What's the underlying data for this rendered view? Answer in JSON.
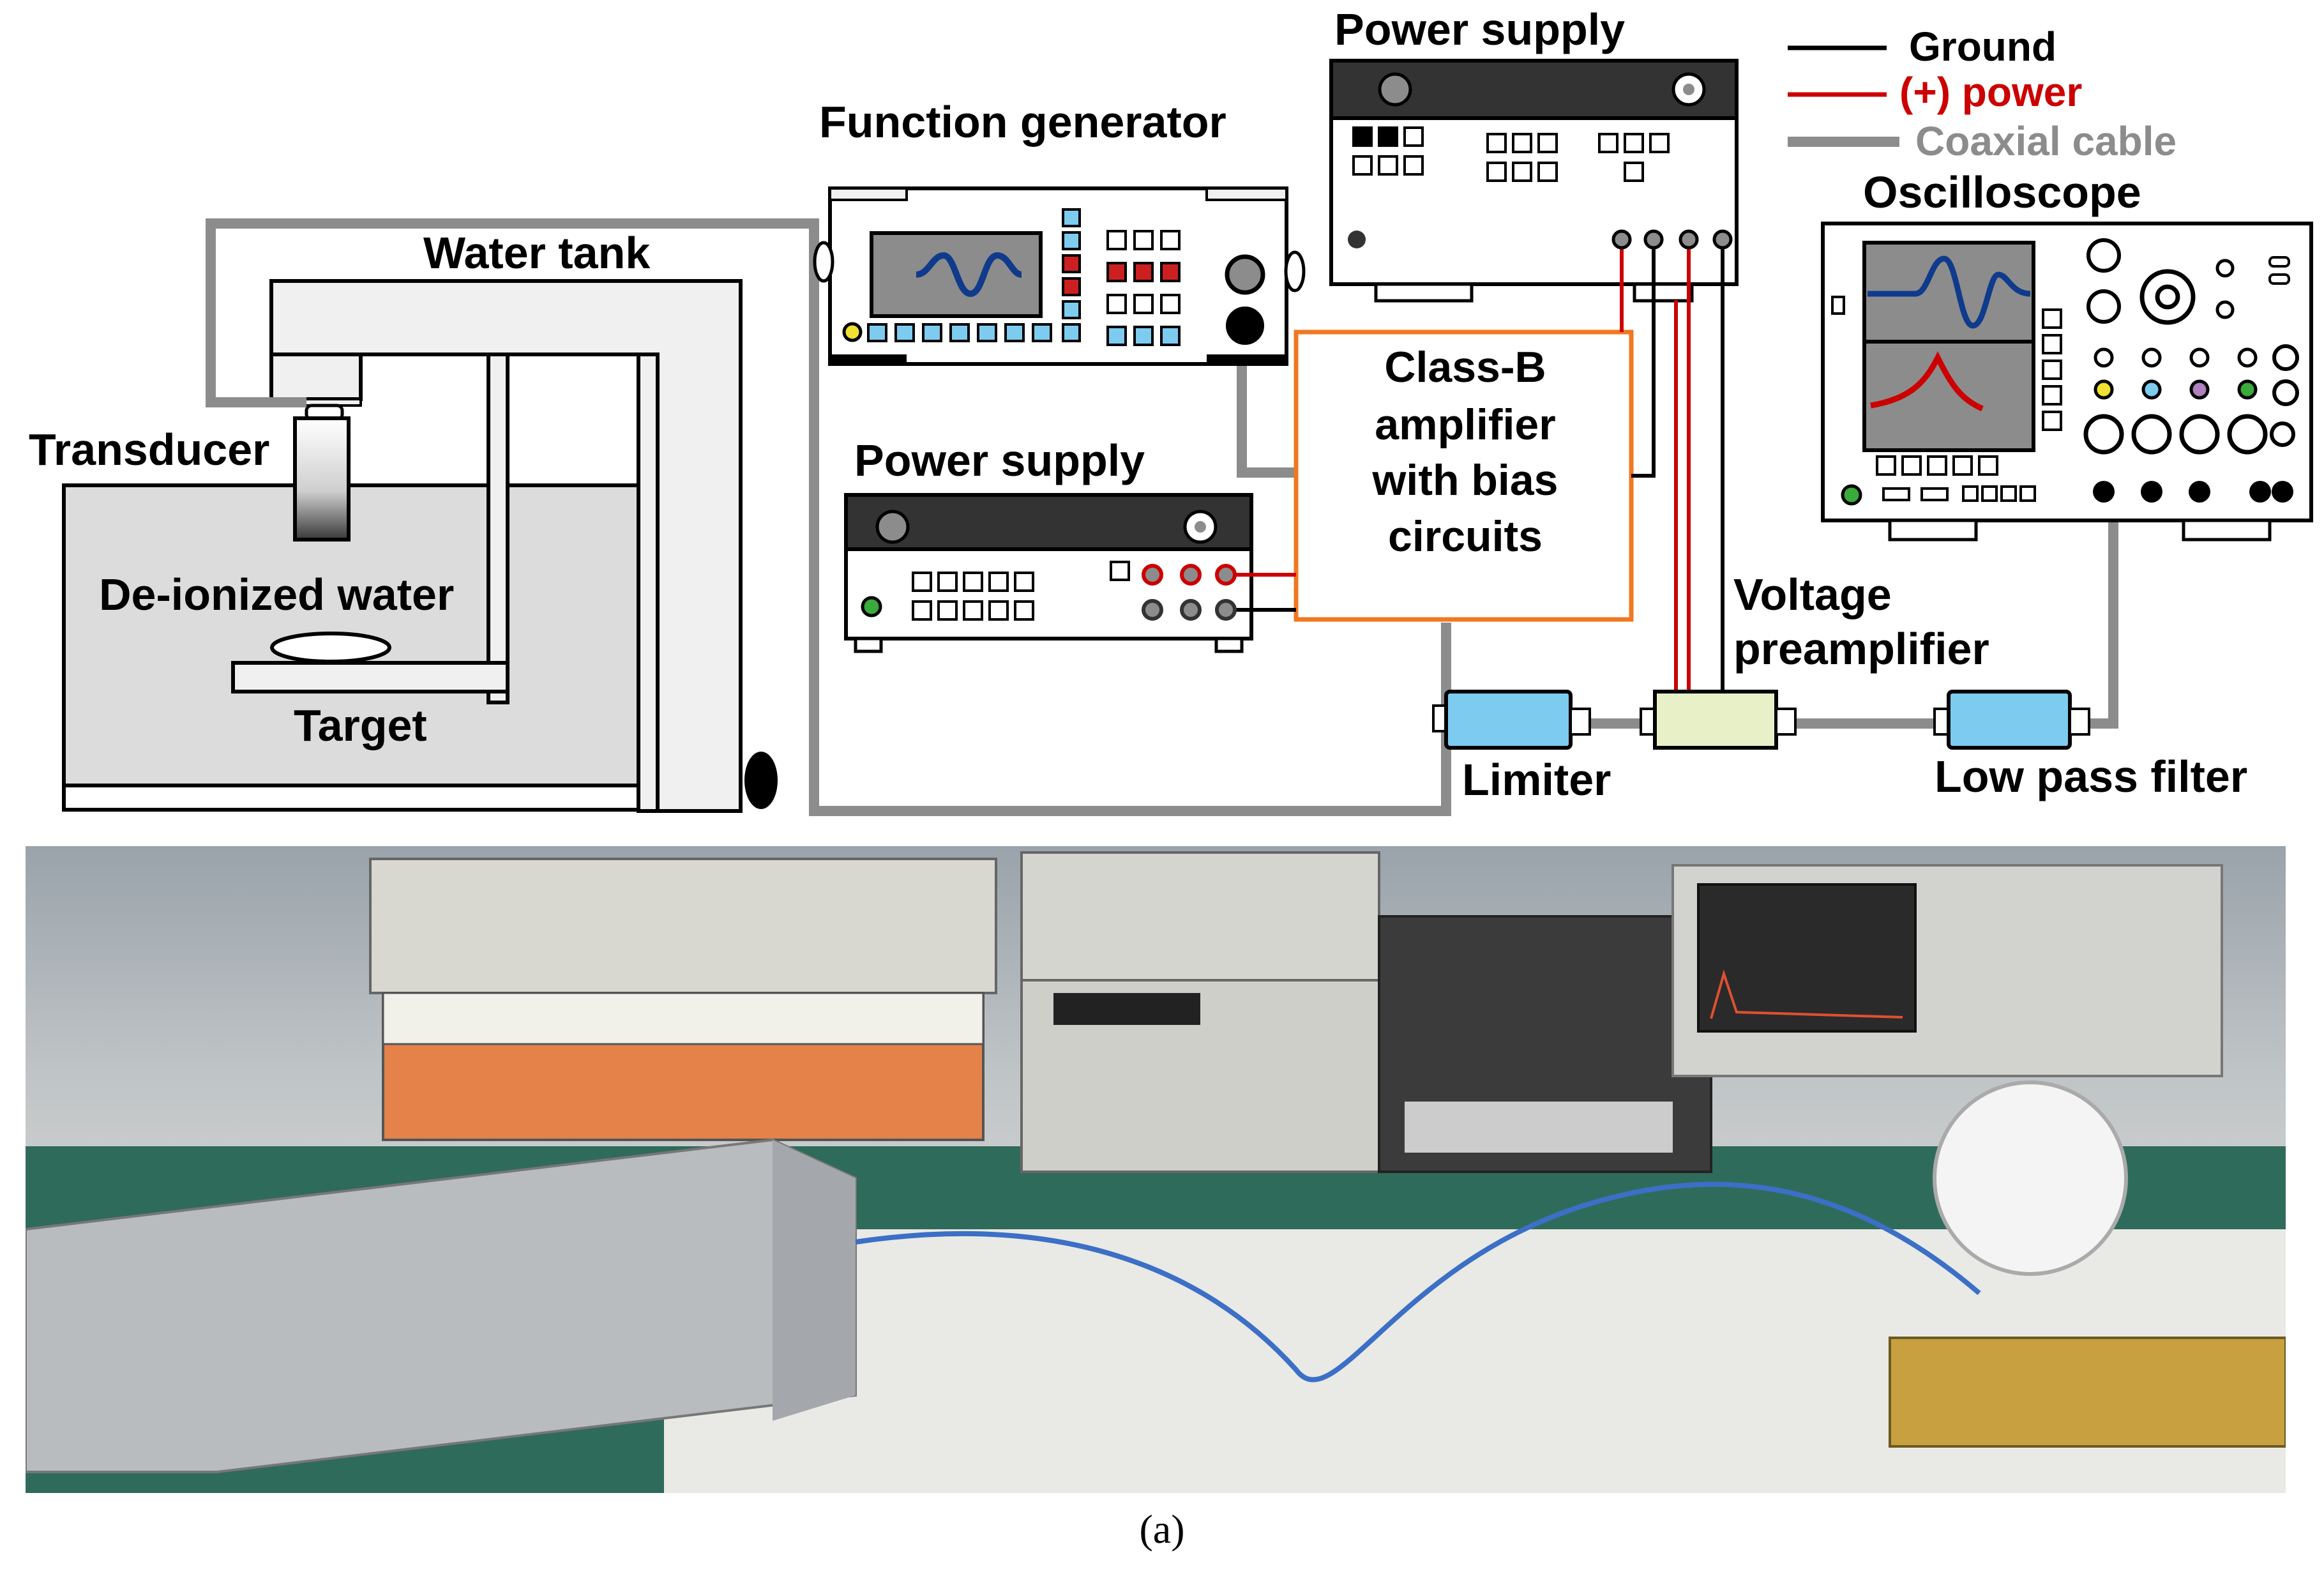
{
  "legend": {
    "ground": "Ground",
    "power": "(+) power",
    "coax": "Coaxial cable",
    "colors": {
      "ground": "#000000",
      "power": "#cc0000",
      "coax": "#8c8c8c"
    }
  },
  "labels": {
    "power_supply_top": "Power supply",
    "function_generator": "Function generator",
    "water_tank": "Water tank",
    "transducer": "Transducer",
    "deionized_water": "De-ionized water",
    "target": "Target",
    "power_supply_mid": "Power supply",
    "amplifier": [
      "Class-B",
      "amplifier",
      "with bias",
      "circuits"
    ],
    "oscilloscope": "Oscilloscope",
    "voltage_preamp": [
      "Voltage",
      "preamplifier"
    ],
    "limiter": "Limiter",
    "low_pass_filter": "Low pass filter"
  },
  "caption": "(a)",
  "colors": {
    "amplifier_border": "#f07820",
    "limiter_fill": "#7ecbf0",
    "filter_fill": "#7ecbf0",
    "preamp_fill": "#e8f0c8",
    "water_fill": "#dcdcdc",
    "screen_fill": "#8c8c8c"
  }
}
